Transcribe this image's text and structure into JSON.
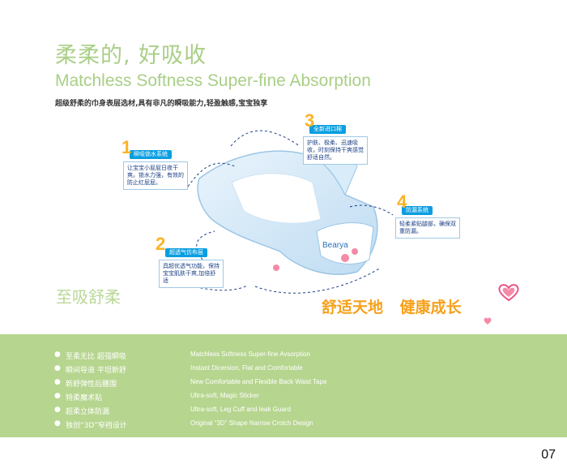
{
  "header": {
    "title_cn": "柔柔的, 好吸收",
    "title_en": "Matchless Softness Super-fine Absorption",
    "tagline": "超级舒柔的巾身表层选材,具有非凡的瞬吸能力,轻盈触感,宝宝独享"
  },
  "callouts": [
    {
      "num": "1",
      "head": "瞬吸锁水系统",
      "body": "让宝宝小屁屁日夜干爽。锁水力强，有效的防止红屁屁。"
    },
    {
      "num": "2",
      "head": "超透气仿布层",
      "body": "具超优透气功能，保持宝宝肌肤干爽,加倍舒适"
    },
    {
      "num": "3",
      "head": "全新进口棉",
      "body": "护肤、极柔、迅速吸收，时刻保持干爽感觉舒适自然。"
    },
    {
      "num": "4",
      "head": "防漏系统",
      "body": "轻柔紧贴腿部，确保双重防漏。"
    }
  ],
  "brand": "Bearya",
  "slogans": {
    "left": "至吸舒柔",
    "right_1": "舒适天地",
    "right_2": "健康成长"
  },
  "features": [
    {
      "cn": "至柔无比 超强瞬吸",
      "en": "Matchless Softness Super-fine Avsorption"
    },
    {
      "cn": "瞬间导液 平坦新舒",
      "en": "Instant Dicersion, Flat and Comfortable"
    },
    {
      "cn": "新舒弹性后腰围",
      "en": "New Comfortable and Flexible Back Waist Tape"
    },
    {
      "cn": "特柔魔术贴",
      "en": "Ultra-soft, Magic Sticker"
    },
    {
      "cn": "超柔立体防漏",
      "en": "Ultra-soft, Leg Cuff and leak Guard"
    },
    {
      "cn": "独创“3D”窄裆设计",
      "en": "Original “3D” Shape Narrow Crotch Design"
    }
  ],
  "page_number": "07",
  "colors": {
    "green": "#b6d58f",
    "title_green": "#a9cf86",
    "blue": "#0a9ee0",
    "orange": "#f6a11c"
  }
}
